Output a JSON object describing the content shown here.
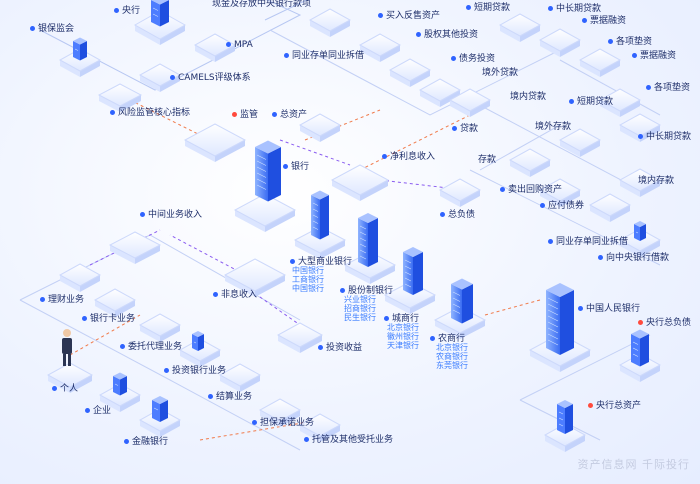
{
  "labels": {
    "central_bank": "央行",
    "cash_deposit": "现金及存放中央银行款项",
    "bank_regulator": "银保监会",
    "mpa": "MPA",
    "camels": "CAMELS评级体系",
    "risk_index": "风险监管核心指标",
    "supervision": "监管",
    "interbank_deposit_top": "同业存单同业拆借",
    "repo_assets": "买入反售资产",
    "equity_invest": "股权其他投资",
    "debt_invest": "债务投资",
    "overseas_loans": "境外贷款",
    "domestic_loans": "境内贷款",
    "loans": "贷款",
    "short_loans_1": "短期贷款",
    "long_loans_1": "中长期贷款",
    "bill_finance_1": "票据融资",
    "advances_1": "各项垫资",
    "bill_finance_2": "票据融资",
    "short_loans_2": "短期贷款",
    "advances_2": "各项垫资",
    "long_loans_2": "中长期贷款",
    "total_assets": "总资产",
    "net_interest": "净利息收入",
    "bank": "银行",
    "overseas_deposits": "境外存款",
    "deposits": "存款",
    "sell_repo": "卖出回购资产",
    "bonds_payable": "应付债券",
    "domestic_deposits": "境内存款",
    "total_liabilities": "总负债",
    "interbank_deposit_bottom": "同业存单同业拆借",
    "central_bank_borrow": "向中央银行借款",
    "mid_income": "中间业务收入",
    "large_bank": "大型商业银行",
    "joint_bank": "股份制银行",
    "city_bank": "城商行",
    "rural_bank": "农商行",
    "non_interest": "非息收入",
    "wealth": "理财业务",
    "card": "银行卡业务",
    "agency": "委托代理业务",
    "investment_banking": "投资银行业务",
    "settlement": "结算业务",
    "guarantee": "担保承诺业务",
    "trust": "托管及其他受托业务",
    "invest_income": "投资收益",
    "individual": "个人",
    "enterprise": "企业",
    "financial_bank": "金融银行",
    "pboc": "中国人民银行",
    "central_total_liabilities": "央行总负债",
    "central_total_assets": "央行总资产",
    "watermark": "资产信息网 千际投行"
  },
  "sublabels": {
    "large_bank": [
      "中国银行",
      "工商银行",
      "中国银行"
    ],
    "joint_bank": [
      "兴业银行",
      "招商银行",
      "民生银行"
    ],
    "city_bank": [
      "北京银行",
      "徽州银行",
      "天津银行"
    ],
    "rural_bank": [
      "北京银行",
      "农商银行",
      "东莞银行"
    ]
  },
  "colors": {
    "accent": "#2f63ff",
    "red_dot": "#ff4a3d",
    "sub_text": "#3a7cff"
  }
}
